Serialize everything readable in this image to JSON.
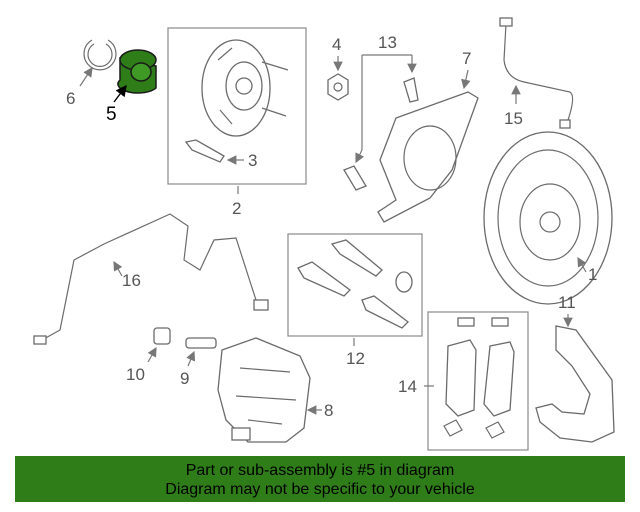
{
  "diagram": {
    "callouts": {
      "c1": "1",
      "c2": "2",
      "c3": "3",
      "c4": "4",
      "c5": "5",
      "c6": "6",
      "c7": "7",
      "c8": "8",
      "c9": "9",
      "c10": "10",
      "c11": "11",
      "c12": "12",
      "c13": "13",
      "c14": "14",
      "c15": "15",
      "c16": "16"
    },
    "highlighted_part": "5",
    "colors": {
      "highlight": "#2e7d19",
      "line": "#6b6b6b",
      "banner": "#2e7d19"
    }
  },
  "banner": {
    "line1": "Part or sub-assembly is #5 in diagram",
    "line2": "Diagram may not be specific to your vehicle"
  }
}
